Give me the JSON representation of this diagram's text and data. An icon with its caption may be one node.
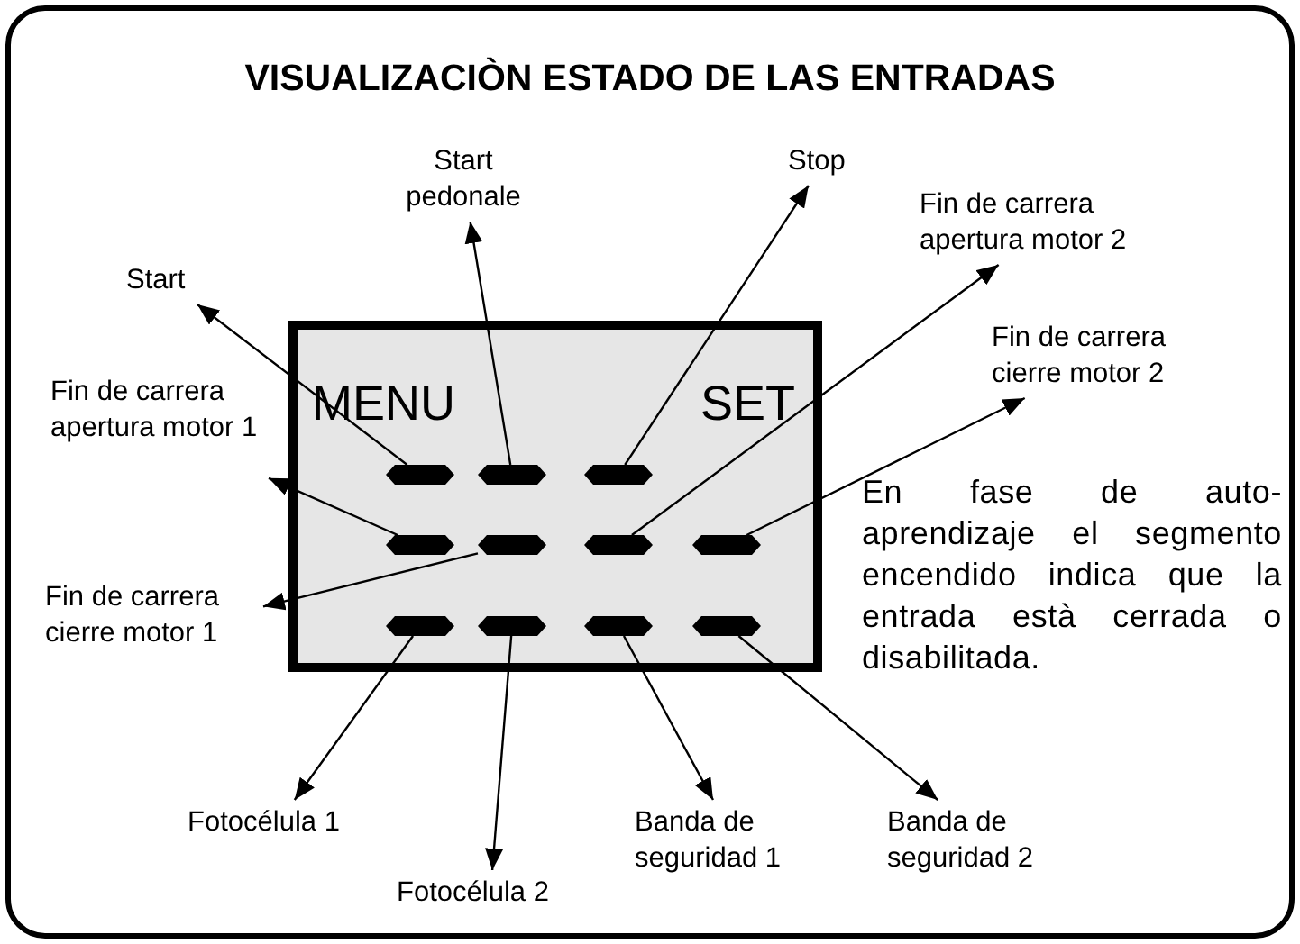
{
  "diagram": {
    "title": "VISUALIZACIÒN ESTADO DE LAS ENTRADAS",
    "nodes": [
      {
        "text": [
          "MENU",
          "SET"
        ]
      },
      {
        "text": [],
        "shape": "bar",
        "in": 0
      },
      {
        "text": [],
        "shape": "bar",
        "in": 0
      },
      {
        "text": [],
        "shape": "bar",
        "in": 0
      },
      {
        "text": [],
        "shape": "bar",
        "in": 0
      },
      {
        "text": [],
        "shape": "bar",
        "in": 0
      },
      {
        "text": [],
        "shape": "bar",
        "in": 0
      },
      {
        "text": [],
        "shape": "bar",
        "in": 0
      },
      {
        "text": [],
        "shape": "bar",
        "in": 0
      },
      {
        "text": [],
        "shape": "bar",
        "in": 0
      },
      {
        "text": [],
        "shape": "bar",
        "in": 0
      },
      {
        "text": [],
        "shape": "bar",
        "in": 0
      },
      {
        "text": [
          "Start"
        ]
      },
      {
        "text": [
          "Start pedonale"
        ]
      },
      {
        "text": [
          "Stop"
        ]
      },
      {
        "text": [
          "Fin de carrera apertura motor 2"
        ]
      },
      {
        "text": [
          "Fin de carrera cierre motor 2"
        ]
      },
      {
        "text": [
          "Fin de carrera apertura motor 1"
        ]
      },
      {
        "text": [
          "Fin de carrera cierre motor 1"
        ]
      },
      {
        "text": [
          "Fotocélula 1"
        ]
      },
      {
        "text": [
          "Fotocélula 2"
        ]
      },
      {
        "text": [
          "Banda de seguridad 1"
        ]
      },
      {
        "text": [
          "Banda de seguridad 2"
        ]
      }
    ],
    "edges": [
      {
        "from": 1,
        "to": 12,
        "arrow": "to"
      },
      {
        "from": 2,
        "to": 13,
        "arrow": "to"
      },
      {
        "from": 3,
        "to": 14,
        "arrow": "to"
      },
      {
        "from": 6,
        "to": 15,
        "arrow": "to"
      },
      {
        "from": 7,
        "to": 16,
        "arrow": "to"
      },
      {
        "from": 4,
        "to": 17,
        "arrow": "to"
      },
      {
        "from": 5,
        "to": 18,
        "arrow": "to"
      },
      {
        "from": 8,
        "to": 19,
        "arrow": "to"
      },
      {
        "from": 9,
        "to": 20,
        "arrow": "to"
      },
      {
        "from": 10,
        "to": 21,
        "arrow": "to"
      },
      {
        "from": 11,
        "to": 22,
        "arrow": "to"
      }
    ],
    "labels": [
      "En fase de auto-aprendizaje el segmento encendido indica que la entrada està cerrada o disabilitada."
    ]
  }
}
